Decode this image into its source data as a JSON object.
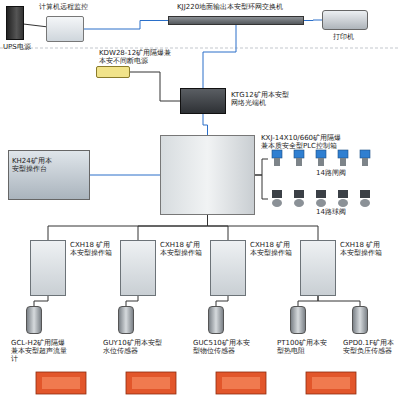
{
  "diagram": {
    "nodes": [
      {
        "text": [
          "UPS电源"
        ]
      },
      {
        "text": [
          "计算机远程监控"
        ]
      },
      {
        "text": [
          "KJJ220地面输出本安型环网交换机"
        ]
      },
      {
        "text": [
          "打印机"
        ]
      },
      {
        "text": [
          "KDW28-12矿用隔爆兼本安不间断电源"
        ]
      },
      {
        "text": [
          "KTG12矿用本安型网络光端机"
        ]
      },
      {
        "text": [
          "KH24矿用本安型操作台"
        ]
      },
      {
        "text": [
          "KXJ-14X10/660矿用隔爆兼本质安全型PLC控制箱"
        ]
      },
      {
        "text": [
          "14路闸阀"
        ]
      },
      {
        "text": [
          "14路球阀"
        ]
      },
      {
        "text": [
          "CXH18 矿用本安型操作箱"
        ]
      },
      {
        "text": [
          "CXH18 矿用本安型操作箱"
        ]
      },
      {
        "text": [
          "CXH18 矿用本安型操作箱"
        ]
      },
      {
        "text": [
          "CXH18 矿用本安型操作箱"
        ]
      },
      {
        "text": [
          "GCL-H2矿用隔爆兼本安型超声流量计"
        ]
      },
      {
        "text": [
          "GUY10矿用本安型水位传感器"
        ]
      },
      {
        "text": [
          "GUC510矿用本安型物位传感器"
        ]
      },
      {
        "text": [
          "PT100矿用本安型热电阻"
        ]
      },
      {
        "text": [
          "GPD0.1F矿用本安型负压传感器"
        ]
      }
    ],
    "edges": [
      {
        "from": 0,
        "to": 1,
        "arrow": "none"
      },
      {
        "from": 1,
        "to": 2,
        "arrow": "none"
      },
      {
        "from": 2,
        "to": 3,
        "arrow": "none"
      },
      {
        "from": 2,
        "to": 5,
        "arrow": "none"
      },
      {
        "from": 4,
        "to": 5,
        "arrow": "none"
      },
      {
        "from": 5,
        "to": 7,
        "arrow": "none"
      },
      {
        "from": 6,
        "to": 7,
        "arrow": "none"
      },
      {
        "from": 7,
        "to": 8,
        "arrow": "none"
      },
      {
        "from": 7,
        "to": 9,
        "arrow": "none"
      },
      {
        "from": 7,
        "to": 10,
        "arrow": "none"
      },
      {
        "from": 7,
        "to": 11,
        "arrow": "none"
      },
      {
        "from": 7,
        "to": 12,
        "arrow": "none"
      },
      {
        "from": 7,
        "to": 13,
        "arrow": "none"
      },
      {
        "from": 10,
        "to": 14,
        "arrow": "none"
      },
      {
        "from": 11,
        "to": 15,
        "arrow": "none"
      },
      {
        "from": 12,
        "to": 16,
        "arrow": "none"
      },
      {
        "from": 13,
        "to": 17,
        "arrow": "none"
      },
      {
        "from": 13,
        "to": 18,
        "arrow": "none"
      }
    ]
  }
}
